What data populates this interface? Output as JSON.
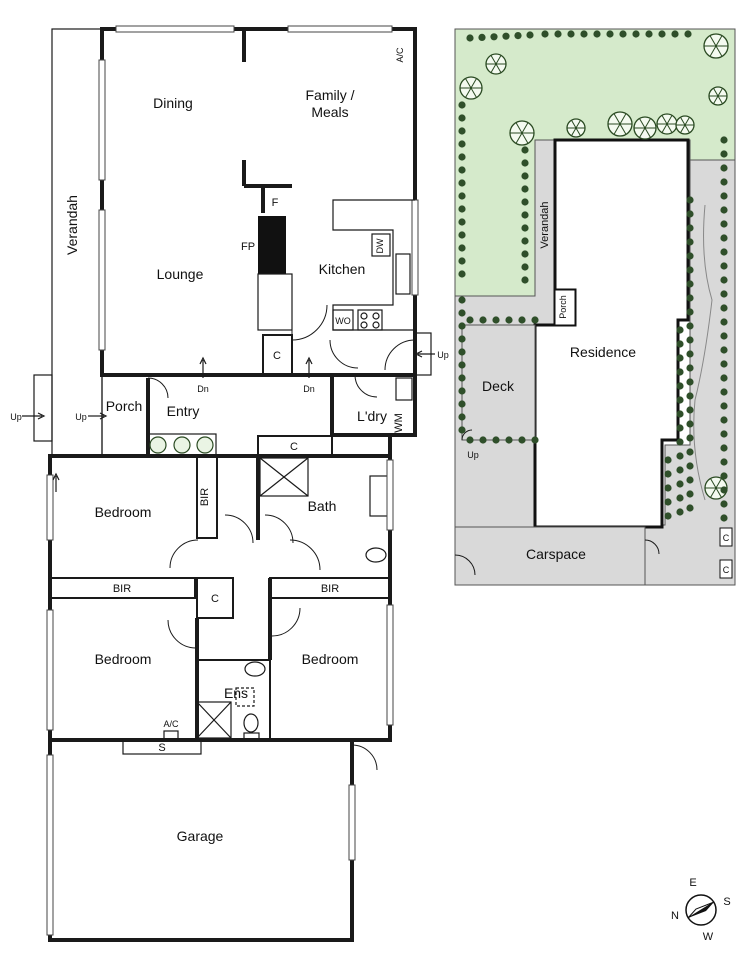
{
  "floor_plan": {
    "rooms": {
      "dining": "Dining",
      "family_meals_1": "Family /",
      "family_meals_2": "Meals",
      "lounge": "Lounge",
      "kitchen": "Kitchen",
      "verandah": "Verandah",
      "porch": "Porch",
      "entry": "Entry",
      "laundry": "L'dry",
      "bath": "Bath",
      "bedroom_1": "Bedroom",
      "bedroom_2": "Bedroom",
      "bedroom_3": "Bedroom",
      "ensuite": "Ens",
      "garage": "Garage"
    },
    "fixtures": {
      "ac_top": "A/C",
      "ac_bottom": "A/C",
      "fireplace": "FP",
      "f": "F",
      "dishwasher": "DW",
      "wall_oven": "WO",
      "washing_machine": "WM",
      "cupboard_lounge": "C",
      "cupboard_bath": "C",
      "cupboard_hall": "C",
      "bir_vertical": "BIR",
      "bir_left": "BIR",
      "bir_right": "BIR",
      "shelf": "S"
    },
    "stairs": {
      "dn_1": "Dn",
      "dn_2": "Dn",
      "up_left_outer": "Up",
      "up_left_inner": "Up",
      "up_right": "Up"
    }
  },
  "site_plan": {
    "residence": "Residence",
    "deck": "Deck",
    "verandah": "Verandah",
    "porch": "Porch",
    "carspace": "Carspace",
    "up": "Up",
    "c_1": "C",
    "c_2": "C",
    "colors": {
      "lawn": "#d5eacb",
      "paving": "#d9d9d9",
      "bush": "#2f4f2a"
    }
  },
  "compass": {
    "n": "N",
    "e": "E",
    "s": "S",
    "w": "W"
  }
}
